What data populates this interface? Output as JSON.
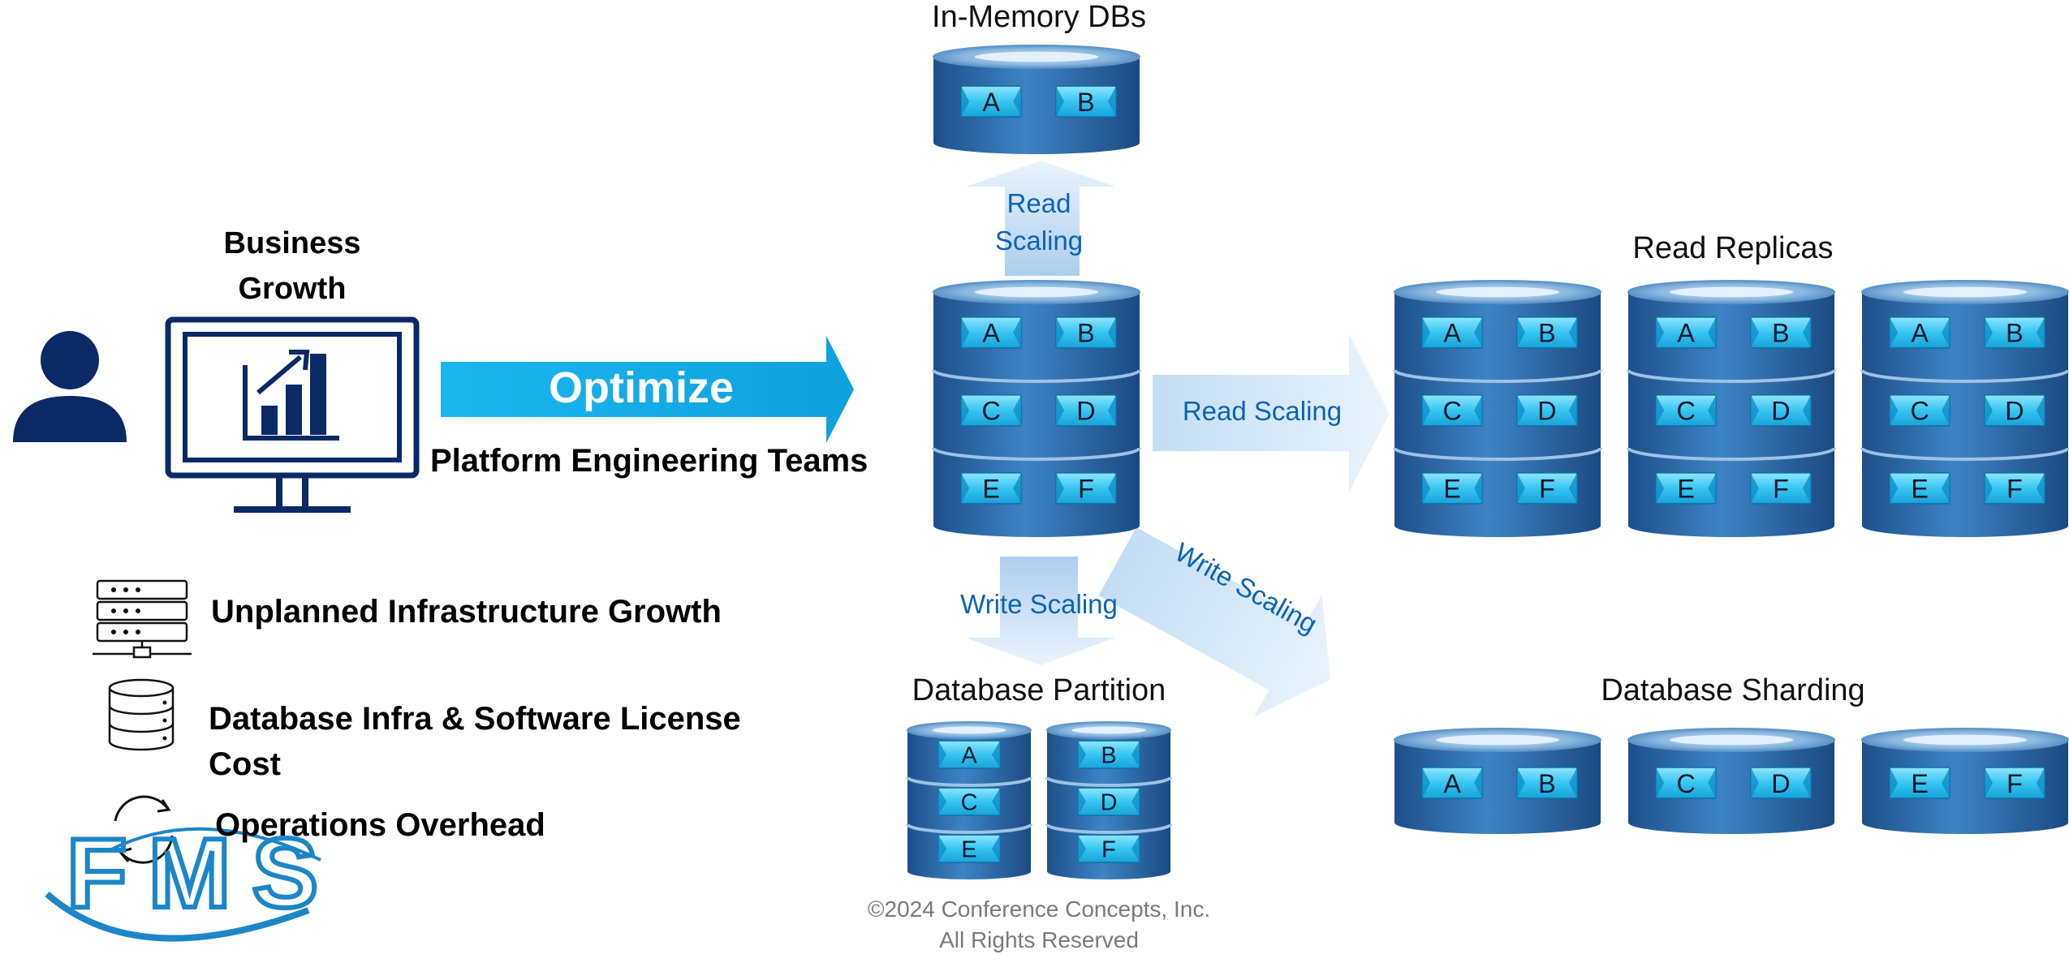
{
  "colors": {
    "navy": "#0a2a66",
    "arrow_blue": "#19b1ea",
    "db_blue": "#2f6fb0",
    "tile_cyan": "#36c3ee",
    "label_blue": "#0b63b6",
    "fms_blue": "#1c86c8"
  },
  "left": {
    "business_growth": [
      "Business",
      "Growth"
    ],
    "optimize": "Optimize",
    "platform_teams": "Platform Engineering Teams",
    "bullets": [
      {
        "icon": "server-rack-icon",
        "text": [
          "Unplanned Infrastructure Growth"
        ]
      },
      {
        "icon": "database-icon",
        "text": [
          "Database Infra & Software License",
          "Cost"
        ]
      },
      {
        "icon": "refresh-cycle-icon",
        "text": [
          "Operations Overhead"
        ]
      }
    ],
    "logo_text": "FMS"
  },
  "diagram": {
    "in_memory": {
      "title": "In-Memory DBs",
      "tiles": [
        "A",
        "B"
      ]
    },
    "central_db": {
      "rows": [
        [
          "A",
          "B"
        ],
        [
          "C",
          "D"
        ],
        [
          "E",
          "F"
        ]
      ]
    },
    "arrows": {
      "up": [
        "Read",
        "Scaling"
      ],
      "right": "Read Scaling",
      "down": "Write Scaling",
      "diagonal": "Write Scaling"
    },
    "read_replicas": {
      "title": "Read Replicas",
      "dbs": [
        [
          [
            "A",
            "B"
          ],
          [
            "C",
            "D"
          ],
          [
            "E",
            "F"
          ]
        ],
        [
          [
            "A",
            "B"
          ],
          [
            "C",
            "D"
          ],
          [
            "E",
            "F"
          ]
        ],
        [
          [
            "A",
            "B"
          ],
          [
            "C",
            "D"
          ],
          [
            "E",
            "F"
          ]
        ]
      ]
    },
    "partition": {
      "title": "Database Partition",
      "dbs": [
        [
          "A",
          "C",
          "E"
        ],
        [
          "B",
          "D",
          "F"
        ]
      ]
    },
    "sharding": {
      "title": "Database Sharding",
      "dbs": [
        [
          "A",
          "B"
        ],
        [
          "C",
          "D"
        ],
        [
          "E",
          "F"
        ]
      ]
    }
  },
  "footer": {
    "copyright": "©2024 Conference Concepts, Inc.",
    "rights": "All Rights Reserved"
  }
}
